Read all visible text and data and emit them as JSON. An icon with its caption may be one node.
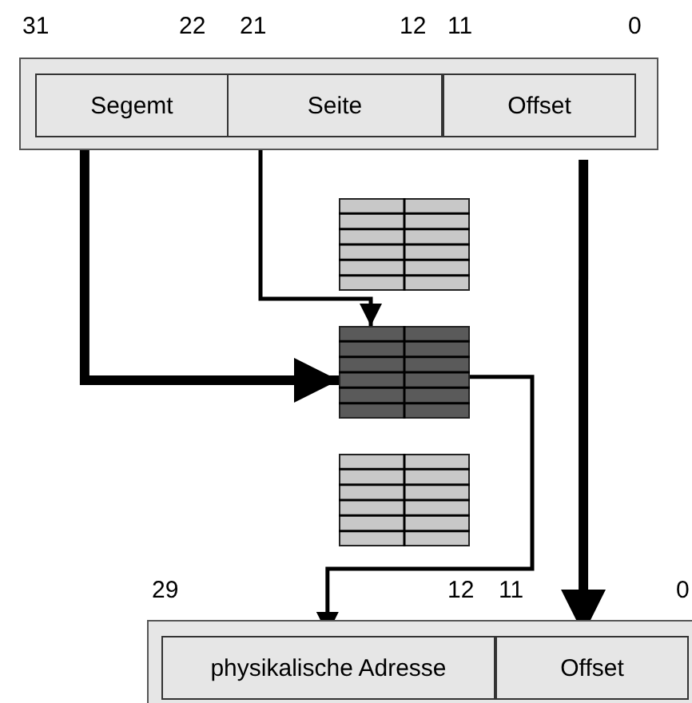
{
  "diagram": {
    "nodes": [
      {
        "text": [],
        "shape": "box"
      },
      {
        "text": [
          "Segemt"
        ],
        "in": 0
      },
      {
        "text": [
          "Seite"
        ],
        "in": 0
      },
      {
        "text": [
          "Offset"
        ],
        "in": 0
      },
      {
        "text": [],
        "shape": "table"
      },
      {
        "text": [],
        "shape": "table"
      },
      {
        "text": [],
        "shape": "table"
      },
      {
        "text": [],
        "shape": "box"
      },
      {
        "text": [
          "physikalische Adresse"
        ],
        "in": 7
      },
      {
        "text": [
          "Offset"
        ],
        "in": 7
      }
    ],
    "edges": [
      {
        "from": 1,
        "to": 5,
        "arrow": "to",
        "style": "thick"
      },
      {
        "from": 2,
        "to": 5,
        "arrow": "to"
      },
      {
        "from": 5,
        "to": 8,
        "arrow": "to"
      },
      {
        "from": 3,
        "to": 9,
        "arrow": "to",
        "style": "thick"
      }
    ],
    "labels": [
      "31",
      "22",
      "21",
      "12",
      "11",
      "0",
      "29",
      "12",
      "11",
      "0"
    ]
  }
}
